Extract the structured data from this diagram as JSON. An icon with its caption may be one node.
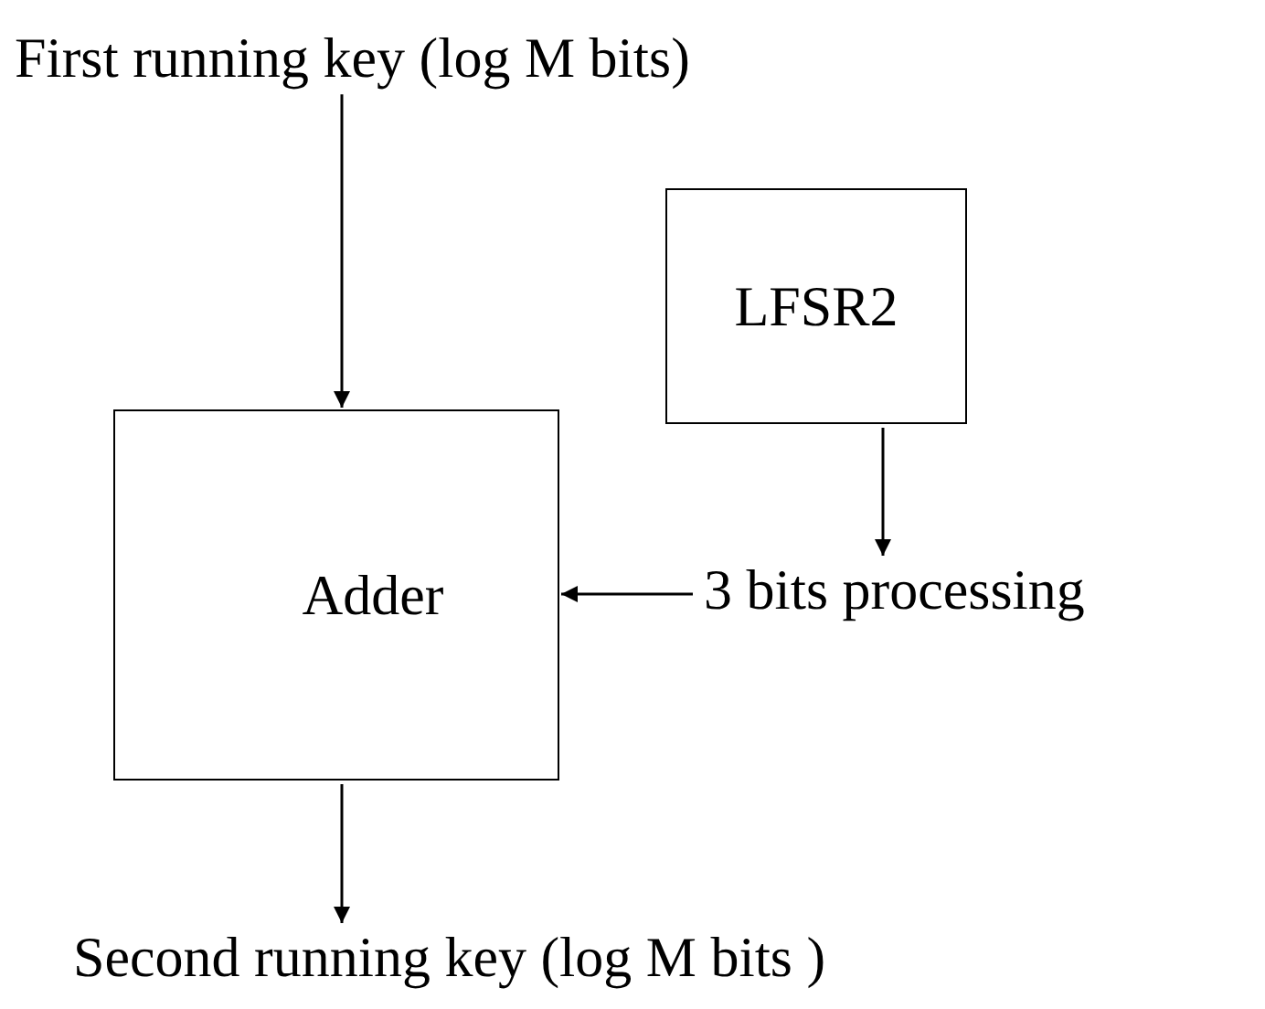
{
  "diagram": {
    "nodes": [
      {
        "text": [
          "First running key (log M bits)"
        ]
      },
      {
        "text": [
          "Adder"
        ]
      },
      {
        "text": [
          "LFSR2"
        ]
      },
      {
        "text": [
          "3 bits processing"
        ]
      },
      {
        "text": [
          "Second running key (log M bits )"
        ]
      }
    ],
    "edges": [
      {
        "from": 0,
        "to": 1,
        "arrow": "to"
      },
      {
        "from": 2,
        "to": 3,
        "arrow": "to"
      },
      {
        "from": 3,
        "to": 1,
        "arrow": "to"
      },
      {
        "from": 1,
        "to": 4,
        "arrow": "to"
      }
    ]
  }
}
